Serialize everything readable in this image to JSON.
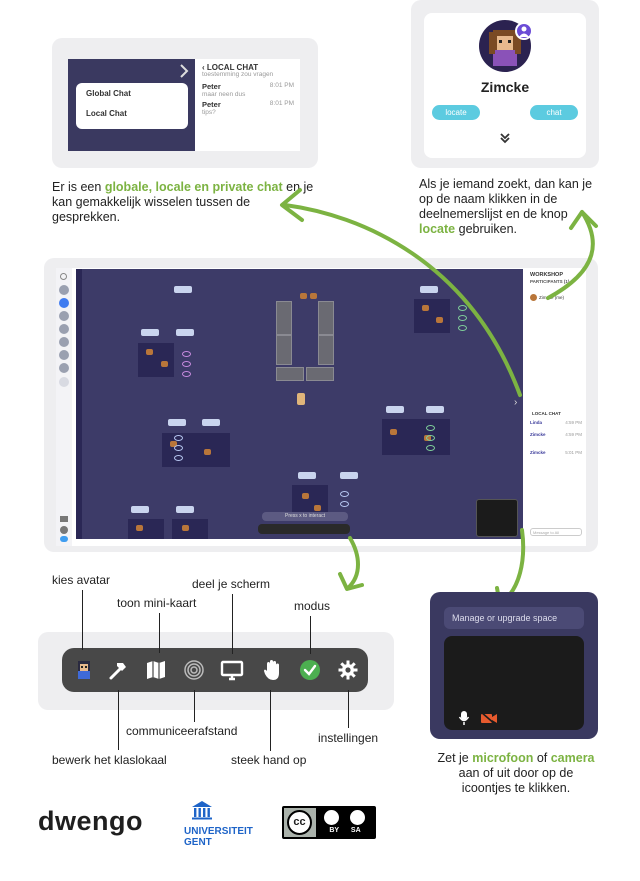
{
  "chat_card": {
    "menu_items": [
      "Global Chat",
      "Local Chat"
    ],
    "header": "LOCAL CHAT",
    "back_icon": "chevron-left-icon",
    "expand_icon": "chevron-right-icon",
    "overflow_text": "toestemming zou vragen",
    "messages": [
      {
        "name": "Peter",
        "time": "8:01 PM",
        "text": "maar neen dus"
      },
      {
        "name": "Peter",
        "time": "8:01 PM",
        "text": "tips?"
      }
    ]
  },
  "chat_caption": {
    "part1": "Er is een ",
    "highlight": "globale, locale en private chat",
    "part2": " en je kan gemakkelijk wisselen tussen de gesprekken."
  },
  "profile_card": {
    "name": "Zimcke",
    "locate_label": "locate",
    "chat_label": "chat",
    "more_icon": "double-chevron-down-icon"
  },
  "profile_caption": {
    "part1": "Als je iemand zoekt, dan kan je op de naam klikken in de deelnemerslijst en de knop ",
    "highlight": "locate",
    "part2": " gebruiken."
  },
  "workspace": {
    "panel_title": "WORKSHOP",
    "participants_label": "PARTICIPANTS (1)",
    "participant_name": "Zimcke (me)",
    "local_chat_label": "LOCAL CHAT",
    "chat_entries": [
      {
        "name": "Linda",
        "time": "4:59 PM"
      },
      {
        "name": "Zimcke",
        "time": "4:59 PM"
      },
      {
        "name": "Zimcke",
        "time": "5:01 PM"
      }
    ],
    "placeholder": "Press x to interact",
    "message_placeholder": "Message to All"
  },
  "toolbar_labels": {
    "avatar": "kies avatar",
    "minimap": "toon mini-kaart",
    "share": "deel je scherm",
    "mode": "modus",
    "edit": "bewerk het klaslokaal",
    "distance": "communiceerafstand",
    "hand": "steek hand op",
    "settings": "instellingen"
  },
  "camera_card": {
    "manage_label": "Manage or upgrade space",
    "mic_icon": "microphone-icon",
    "camera_icon": "camera-off-icon"
  },
  "camera_caption": {
    "part1": "Zet je ",
    "highlight1": "microfoon",
    "part2": " of ",
    "highlight2": "camera",
    "part3": " aan of uit door op de icoontjes te klikken."
  },
  "footer": {
    "dwengo": "dwengo",
    "ugent_line1": "UNIVERSITEIT",
    "ugent_line2": "GENT",
    "cc_label": "BY SA"
  },
  "colors": {
    "accent_green": "#7cb342",
    "map_bg": "#3d3b68",
    "pill_blue": "#5ccbe0",
    "toolbar_bg": "#484848"
  }
}
